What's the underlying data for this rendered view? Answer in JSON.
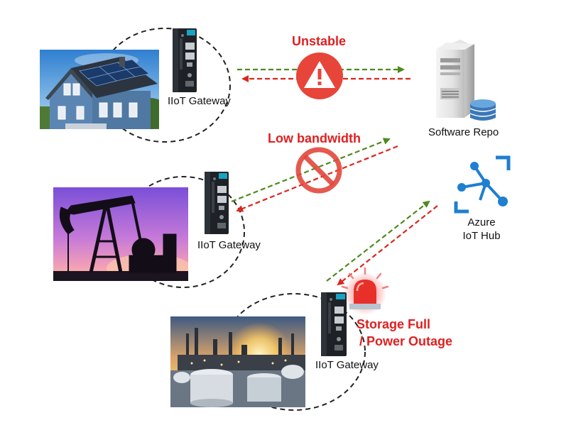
{
  "colors": {
    "warning_red": "#e02020",
    "arrow_green": "#4e8a1e",
    "arrow_red": "#d9281e",
    "azure_blue": "#1f7fd0",
    "gateway_body": "#1e2226",
    "circle_stroke": "#222222"
  },
  "sites": [
    {
      "name": "solar-house",
      "gateway_label": "IIoT Gateway"
    },
    {
      "name": "oil-pump",
      "gateway_label": "IIoT Gateway"
    },
    {
      "name": "refinery",
      "gateway_label": "IIoT Gateway"
    }
  ],
  "issues": {
    "unstable": {
      "label": "Unstable",
      "icon": "warning-icon"
    },
    "low_bandwidth": {
      "label": "Low bandwidth",
      "icon": "prohibited-icon"
    },
    "storage": {
      "line1": "Storage Full",
      "line2": "/ Power Outage",
      "icon": "alarm-siren-icon"
    }
  },
  "cloud": {
    "software_repo": {
      "label": "Software Repo",
      "icon": "server-database-icon"
    },
    "iot_hub": {
      "line1": "Azure",
      "line2": "IoT Hub",
      "icon": "azure-iot-hub-icon"
    }
  }
}
